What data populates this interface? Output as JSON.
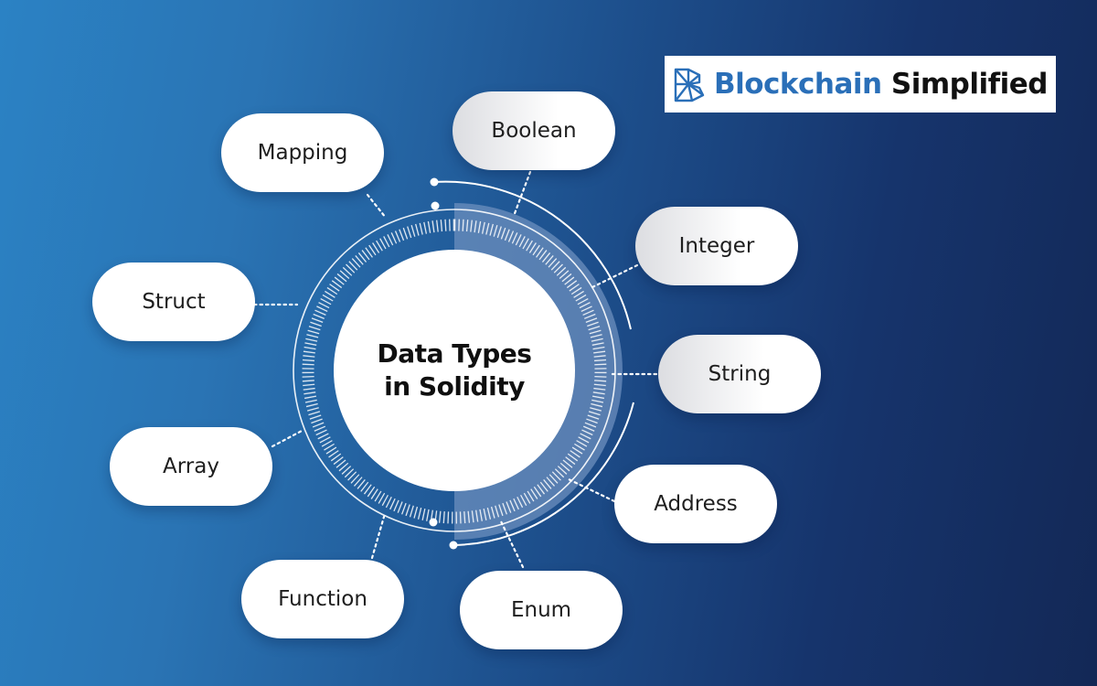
{
  "brand": {
    "word1": "Blockchain",
    "word2": "Simplified",
    "accent_color": "#2a6fb8",
    "icon": "blockchain-network-logo-icon"
  },
  "center": {
    "line1": "Data Types",
    "line2": "in Solidity"
  },
  "types": {
    "boolean": "Boolean",
    "integer": "Integer",
    "string": "String",
    "address": "Address",
    "enum": "Enum",
    "function": "Function",
    "array": "Array",
    "struct": "Struct",
    "mapping": "Mapping"
  },
  "colors": {
    "background_light": "#2b82c4",
    "background_dark": "#132856",
    "ring_highlight": "#6c8fbd"
  }
}
